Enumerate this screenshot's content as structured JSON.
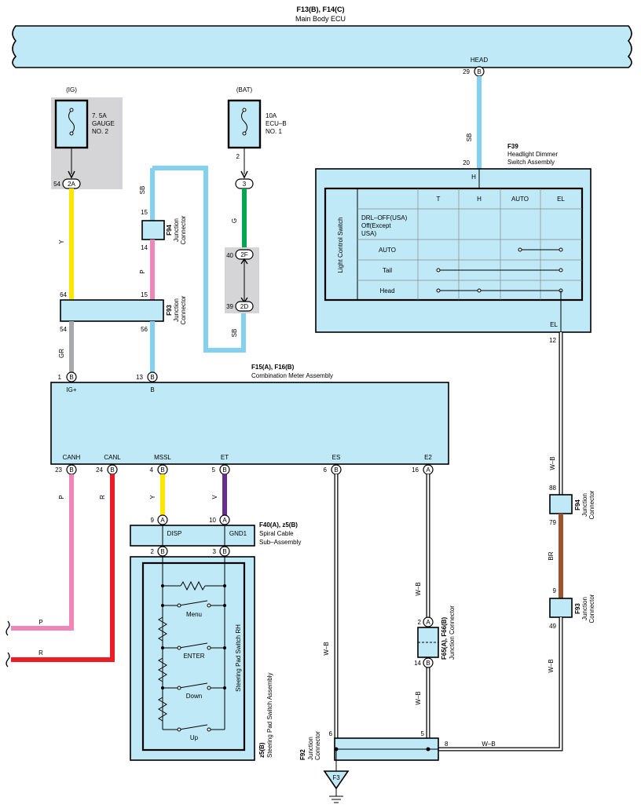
{
  "colors": {
    "box_fill": "#bfe9f7",
    "fuse_shade": "#d5d5d7",
    "yellow": "#ffe600",
    "gray": "#a7a9ac",
    "pink": "#f086b8",
    "sky_blue": "#84d0f0",
    "green": "#00a651",
    "red": "#ed1c24",
    "violet": "#662d91",
    "brown": "#a0522d"
  },
  "ecu": {
    "title": "F13(B), F14(C)",
    "subtitle": "Main Body ECU",
    "terminal": "HEAD",
    "pin": "29",
    "pin_letter": "B"
  },
  "fuse_ig": {
    "supply": "(IG)",
    "rating": "7. 5A",
    "name1": "GAUGE",
    "name2": "NO. 2",
    "pin": "54",
    "pin_label": "2A"
  },
  "fuse_bat": {
    "supply": "(BAT)",
    "rating": "10A",
    "name1": "ECU–B",
    "name2": "NO. 1",
    "pin": "2",
    "pin_label": "3"
  },
  "conn_2f": {
    "pin": "40",
    "label": "2F"
  },
  "conn_2d": {
    "pin": "39",
    "label": "2D"
  },
  "f94_top": {
    "code": "F94",
    "name1": "Junction",
    "name2": "Connector",
    "pin_top": "15",
    "pin_bottom": "14"
  },
  "f93_top": {
    "code": "F93",
    "name1": "Junction",
    "name2": "Connector",
    "pin_a_top": "64",
    "pin_b_top": "15",
    "pin_a_bottom": "54",
    "pin_b_bottom": "56"
  },
  "dimmer": {
    "code": "F39",
    "name1": "Headlight Dimmer",
    "name2": "Switch Assembly",
    "pin_in": "20",
    "term_in": "H",
    "term_out": "EL",
    "pin_out": "12",
    "side_label": "Light Control Switch",
    "columns": [
      "T",
      "H",
      "AUTO",
      "EL"
    ],
    "rows": [
      {
        "label1": "DRL–OFF(USA)",
        "label2": "Off(Except",
        "label3": "USA)"
      },
      {
        "label1": "AUTO"
      },
      {
        "label1": "Tail"
      },
      {
        "label1": "Head"
      }
    ]
  },
  "meter": {
    "code": "F15(A), F16(B)",
    "name": "Combination Meter Assembly",
    "top_pins": [
      {
        "num": "1",
        "letter": "B",
        "term": "IG+"
      },
      {
        "num": "13",
        "letter": "B",
        "term": "B"
      }
    ],
    "bottom_pins": [
      {
        "num": "23",
        "letter": "B",
        "term": "CANH"
      },
      {
        "num": "24",
        "letter": "B",
        "term": "CANL"
      },
      {
        "num": "4",
        "letter": "B",
        "term": "MSSL"
      },
      {
        "num": "5",
        "letter": "B",
        "term": "ET"
      },
      {
        "num": "6",
        "letter": "B",
        "term": "ES"
      },
      {
        "num": "16",
        "letter": "A",
        "term": "E2"
      }
    ]
  },
  "wire_labels": {
    "sb_head": "SB",
    "y_top": "Y",
    "gr": "GR",
    "sb_left": "SB",
    "p_mid": "P",
    "g": "G",
    "sb_right": "SB",
    "p_low": "P",
    "r_low": "R",
    "y_low": "Y",
    "v_low": "V",
    "wb_e2": "W–B",
    "wb_e2_low": "W–B",
    "wb_es": "W–B",
    "wb_el": "W–B",
    "br": "BR",
    "wb_el_low": "W–B",
    "wb_gnd": "W–B",
    "p_end": "P",
    "r_end": "R"
  },
  "spiral": {
    "code": "F40(A), z5(B)",
    "name1": "Spiral Cable",
    "name2": "Sub–Assembly",
    "term_left": "DISP",
    "term_right": "GND1",
    "pin_left_top": "9",
    "pin_left_top_letter": "A",
    "pin_right_top": "10",
    "pin_right_top_letter": "A",
    "pin_left_bot": "2",
    "pin_left_bot_letter": "B",
    "pin_right_bot": "3",
    "pin_right_bot_letter": "B"
  },
  "steering": {
    "code": "z5(B)",
    "name": "Steering Pad Switch Assembly",
    "inner_label": "Steering Pad Switch RH",
    "switches": [
      "Menu",
      "ENTER",
      "Down",
      "Up"
    ]
  },
  "f94_low": {
    "code": "F94",
    "name1": "Junction",
    "name2": "Connector",
    "pin_top": "88",
    "pin_bottom": "79"
  },
  "f93_low": {
    "code": "F93",
    "name1": "Junction",
    "name2": "Connector",
    "pin_top": "9",
    "pin_bottom": "49"
  },
  "f65": {
    "code": "F65(A), F66(B)",
    "name": "Junction Connector",
    "pin_top": "2",
    "pin_top_letter": "A",
    "pin_bottom": "14",
    "pin_bottom_letter": "B"
  },
  "f92": {
    "code": "F92",
    "name1": "Junction",
    "name2": "Connector",
    "pin_a": "6",
    "pin_b": "5",
    "pin_c": "8"
  },
  "ground": {
    "label": "F3"
  }
}
